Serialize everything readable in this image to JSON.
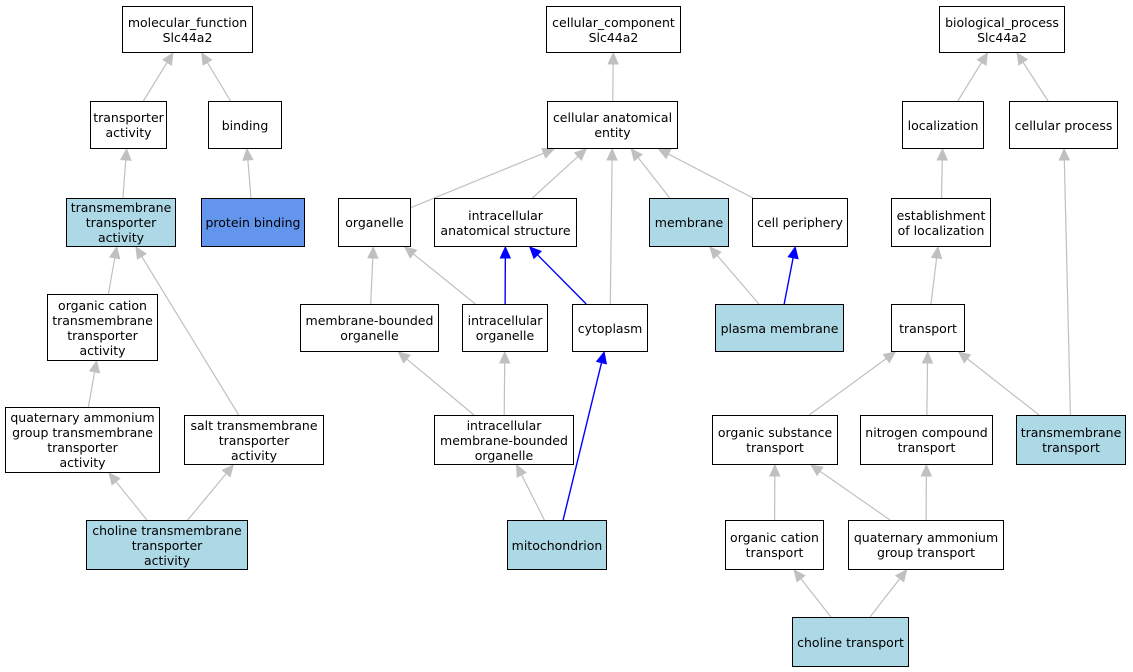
{
  "colors": {
    "plain": "#ffffff",
    "annotated": "#add8e6",
    "selected": "#6495ed",
    "edge": "#c0c0c0",
    "edge_highlight": "#0000ff"
  },
  "nodes": {
    "mf_root": "molecular_function\nSlc44a2",
    "cc_root": "cellular_component\nSlc44a2",
    "bp_root": "biological_process\nSlc44a2",
    "transporter_activity": "transporter\nactivity",
    "binding": "binding",
    "tm_transporter_activity": "transmembrane\ntransporter\nactivity",
    "protein_binding": "protein binding",
    "organic_cation_tm": "organic cation\ntransmembrane\ntransporter\nactivity",
    "quat_ammonium_tm": "quaternary ammonium\ngroup transmembrane\ntransporter\nactivity",
    "salt_tm": "salt transmembrane\ntransporter\nactivity",
    "choline_tm": "choline transmembrane\ntransporter\nactivity",
    "cellular_anatomical_entity": "cellular anatomical\nentity",
    "organelle": "organelle",
    "intracellular_anatomical_structure": "intracellular\nanatomical structure",
    "membrane": "membrane",
    "cell_periphery": "cell periphery",
    "membrane_bounded_organelle": "membrane-bounded\norganelle",
    "intracellular_organelle": "intracellular\norganelle",
    "cytoplasm": "cytoplasm",
    "plasma_membrane": "plasma membrane",
    "intracellular_mbo": "intracellular\nmembrane-bounded\norganelle",
    "mitochondrion": "mitochondrion",
    "localization": "localization",
    "cellular_process": "cellular process",
    "establishment_of_localization": "establishment\nof localization",
    "transport": "transport",
    "organic_substance_transport": "organic substance\ntransport",
    "nitrogen_compound_transport": "nitrogen compound\ntransport",
    "transmembrane_transport": "transmembrane\ntransport",
    "organic_cation_transport": "organic cation\ntransport",
    "quat_ammonium_transport": "quaternary ammonium\ngroup transport",
    "choline_transport": "choline transport"
  },
  "edges": [
    {
      "from": "transporter_activity",
      "to": "mf_root",
      "highlight": false
    },
    {
      "from": "binding",
      "to": "mf_root",
      "highlight": false
    },
    {
      "from": "tm_transporter_activity",
      "to": "transporter_activity",
      "highlight": false
    },
    {
      "from": "protein_binding",
      "to": "binding",
      "highlight": false
    },
    {
      "from": "organic_cation_tm",
      "to": "tm_transporter_activity",
      "highlight": false
    },
    {
      "from": "salt_tm",
      "to": "tm_transporter_activity",
      "highlight": false
    },
    {
      "from": "quat_ammonium_tm",
      "to": "organic_cation_tm",
      "highlight": false
    },
    {
      "from": "choline_tm",
      "to": "quat_ammonium_tm",
      "highlight": false
    },
    {
      "from": "choline_tm",
      "to": "salt_tm",
      "highlight": false
    },
    {
      "from": "cellular_anatomical_entity",
      "to": "cc_root",
      "highlight": false
    },
    {
      "from": "organelle",
      "to": "cellular_anatomical_entity",
      "highlight": false
    },
    {
      "from": "intracellular_anatomical_structure",
      "to": "cellular_anatomical_entity",
      "highlight": false
    },
    {
      "from": "cytoplasm",
      "to": "cellular_anatomical_entity",
      "highlight": false
    },
    {
      "from": "membrane",
      "to": "cellular_anatomical_entity",
      "highlight": false
    },
    {
      "from": "cell_periphery",
      "to": "cellular_anatomical_entity",
      "highlight": false
    },
    {
      "from": "membrane_bounded_organelle",
      "to": "organelle",
      "highlight": false
    },
    {
      "from": "intracellular_organelle",
      "to": "organelle",
      "highlight": false
    },
    {
      "from": "intracellular_organelle",
      "to": "intracellular_anatomical_structure",
      "highlight": true
    },
    {
      "from": "cytoplasm",
      "to": "intracellular_anatomical_structure",
      "highlight": true
    },
    {
      "from": "plasma_membrane",
      "to": "membrane",
      "highlight": false
    },
    {
      "from": "plasma_membrane",
      "to": "cell_periphery",
      "highlight": true
    },
    {
      "from": "intracellular_mbo",
      "to": "membrane_bounded_organelle",
      "highlight": false
    },
    {
      "from": "intracellular_mbo",
      "to": "intracellular_organelle",
      "highlight": false
    },
    {
      "from": "mitochondrion",
      "to": "intracellular_mbo",
      "highlight": false
    },
    {
      "from": "mitochondrion",
      "to": "cytoplasm",
      "highlight": true
    },
    {
      "from": "localization",
      "to": "bp_root",
      "highlight": false
    },
    {
      "from": "cellular_process",
      "to": "bp_root",
      "highlight": false
    },
    {
      "from": "establishment_of_localization",
      "to": "localization",
      "highlight": false
    },
    {
      "from": "transport",
      "to": "establishment_of_localization",
      "highlight": false
    },
    {
      "from": "transmembrane_transport",
      "to": "cellular_process",
      "highlight": false
    },
    {
      "from": "organic_substance_transport",
      "to": "transport",
      "highlight": false
    },
    {
      "from": "nitrogen_compound_transport",
      "to": "transport",
      "highlight": false
    },
    {
      "from": "transmembrane_transport",
      "to": "transport",
      "highlight": false
    },
    {
      "from": "organic_cation_transport",
      "to": "organic_substance_transport",
      "highlight": false
    },
    {
      "from": "quat_ammonium_transport",
      "to": "organic_substance_transport",
      "highlight": false
    },
    {
      "from": "quat_ammonium_transport",
      "to": "nitrogen_compound_transport",
      "highlight": false
    },
    {
      "from": "choline_transport",
      "to": "organic_cation_transport",
      "highlight": false
    },
    {
      "from": "choline_transport",
      "to": "quat_ammonium_transport",
      "highlight": false
    }
  ]
}
